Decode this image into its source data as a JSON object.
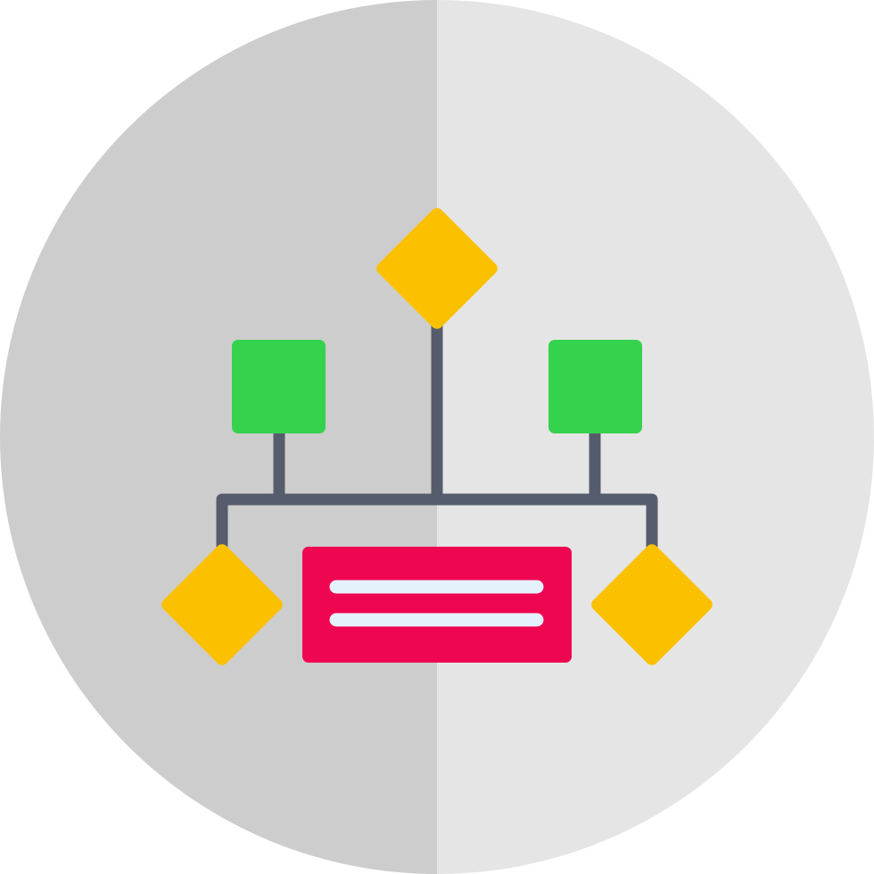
{
  "icon": {
    "name": "flowchart-hierarchy-icon",
    "background": {
      "left_half_color": "#cdcdcd",
      "right_half_color": "#e5e5e5"
    },
    "colors": {
      "connector": "#555c6b",
      "green_node": "#35d24e",
      "yellow_node": "#fbc100",
      "red_node": "#ef0651",
      "text_lines": "#e4f2fb"
    },
    "nodes": [
      {
        "kind": "diamond",
        "role": "top-diamond-node"
      },
      {
        "kind": "square",
        "role": "left-square-node"
      },
      {
        "kind": "square",
        "role": "right-square-node"
      },
      {
        "kind": "diamond",
        "role": "left-diamond-node"
      },
      {
        "kind": "diamond",
        "role": "right-diamond-node"
      },
      {
        "kind": "rectangle",
        "role": "center-label-node"
      }
    ]
  }
}
